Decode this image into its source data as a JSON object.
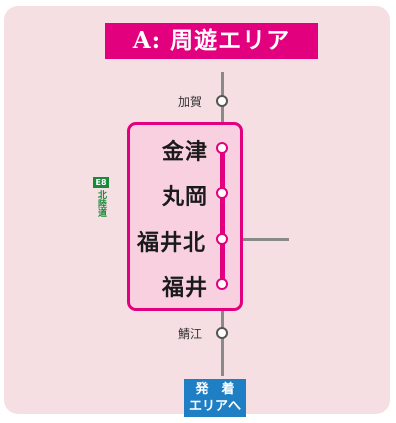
{
  "title": "A: 周遊エリア",
  "stations": [
    {
      "id": "kaga",
      "name": "加賀",
      "in_area": false
    },
    {
      "id": "kanazu",
      "name": "金津",
      "in_area": true
    },
    {
      "id": "maruoka",
      "name": "丸岡",
      "in_area": true
    },
    {
      "id": "fukui-kita",
      "name": "福井北",
      "in_area": true
    },
    {
      "id": "fukui",
      "name": "福井",
      "in_area": true
    },
    {
      "id": "sabae",
      "name": "鯖江",
      "in_area": false
    }
  ],
  "highway": {
    "badge": "E8",
    "name": "北陸道",
    "color": "#1a8a3a"
  },
  "destination": {
    "line1": "発　着",
    "line2": "エリアへ",
    "color": "#1f7fc4"
  },
  "colors": {
    "accent": "#e3007f",
    "area_fill": "#f8d0df",
    "background": "#f6dfe2",
    "route": "#8a8a8a"
  }
}
